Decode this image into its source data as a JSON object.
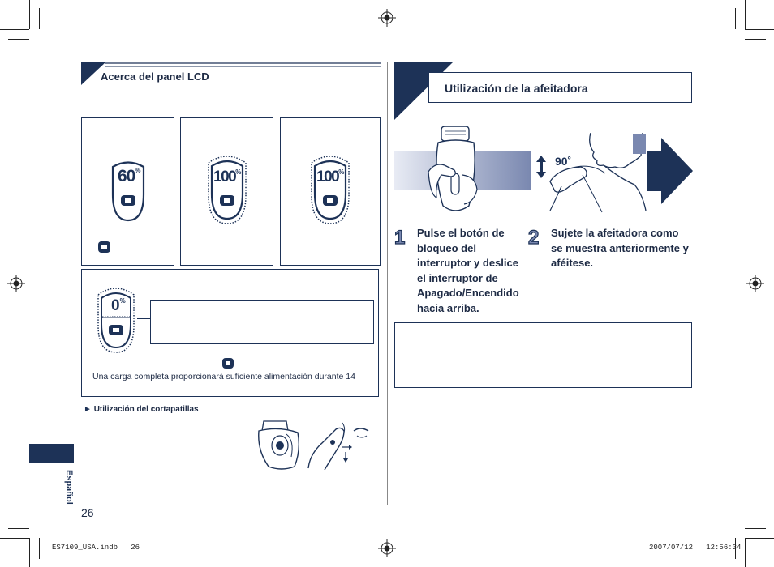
{
  "left_section": {
    "title": "Acerca del panel LCD",
    "lcd_displays": [
      {
        "percent": "60",
        "unit": "%"
      },
      {
        "percent": "100",
        "unit": "%"
      },
      {
        "percent": "100",
        "unit": "%"
      }
    ],
    "low_battery": {
      "percent": "0",
      "unit": "%",
      "caption": "Una carga completa proporcionará suficiente alimentación durante 14"
    },
    "trimmer_link": "Utilización del cortapatillas"
  },
  "right_section": {
    "title": "Utilización de la afeitadora",
    "angle_label": "90˚",
    "steps": [
      {
        "number": "1",
        "text": "Pulse el botón de bloqueo del interruptor y deslice el interruptor de Apagado/Encendido hacia arriba."
      },
      {
        "number": "2",
        "text": "Sujete la afeitadora como se muestra anteriormente y aféitese."
      }
    ]
  },
  "sidebar": {
    "language": "Español"
  },
  "page_number": "26",
  "footer": {
    "file": "ES7109_USA.indb   26",
    "date": "2007/07/12   12:56:34"
  },
  "colors": {
    "navy": "#1d3257",
    "text": "#1d2a44",
    "gradient_light": "#dfe3ef",
    "gradient_dark": "#7a88b0"
  },
  "icons": [
    "registration-mark-icon",
    "shaver-lcd-icon",
    "plug-icon",
    "arrow-right-icon",
    "play-triangle-icon"
  ]
}
